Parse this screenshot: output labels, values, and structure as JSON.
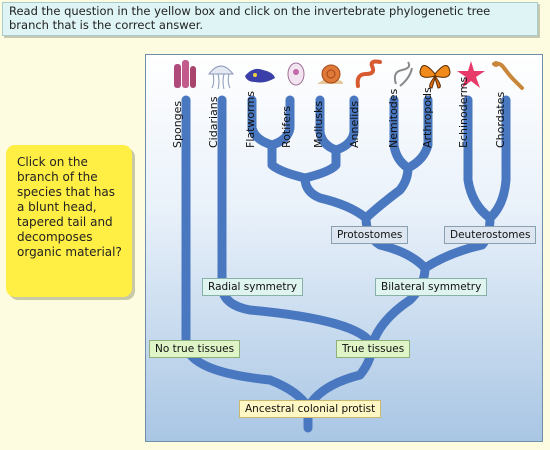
{
  "instructions": "Read the question in the yellow box and click on the invertebrate phylogenetic tree branch that is the correct answer.",
  "question": "Click on the branch of the species that has a blunt head, tapered tail and decomposes organic material?",
  "taxa": [
    "Sponges",
    "Cidarians",
    "Flatworms",
    "Rotifers",
    "Mollusks",
    "Annelids",
    "Nemitodes",
    "Arthropods",
    "Echinoderms",
    "Chordates"
  ],
  "groups": {
    "protostomes": "Protostomes",
    "deuterostomes": "Deuterostomes",
    "radial_symmetry": "Radial symmetry",
    "bilateral_symmetry": "Bilateral symmetry",
    "no_true_tissues": "No true tissues",
    "true_tissues": "True tissues",
    "ancestral": "Ancestral colonial protist"
  },
  "colors": {
    "branch": "#4a78c0",
    "question_box": "#ffee44",
    "instruction_box": "#dff4f4"
  }
}
